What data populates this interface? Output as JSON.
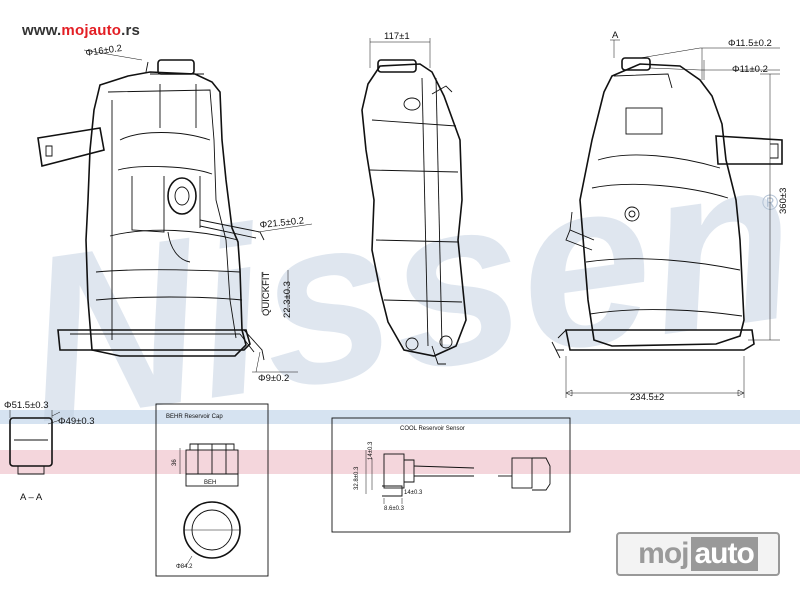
{
  "header": {
    "site_url_prefix": "www.",
    "site_url_brand": "mojauto",
    "site_url_suffix": ".rs"
  },
  "watermark": {
    "text": "Nissens",
    "registered": "®"
  },
  "logo": {
    "left": "moj",
    "right": "auto"
  },
  "dimensions": {
    "d16": "Φ16±0.2",
    "w117": "117±1",
    "d21_5": "Φ21.5±0.2",
    "quickfit": "QUICKFIT",
    "d22_3": "22.3±0.3",
    "d9": "Φ9±0.2",
    "section_a": "A",
    "d11_5": "Φ11.5±0.2",
    "d11": "Φ11±0.2",
    "h360": "360±3",
    "w234_5": "234.5±2",
    "d51_5": "Φ51.5±0.3",
    "d49": "Φ49±0.3",
    "section_aa": "A – A",
    "d84": "Φ84.2",
    "d36": "36"
  },
  "details": {
    "cap_title": "BEHR Reservoir Cap",
    "cap_label": "BEH",
    "sensor_title": "COOL Reservoir Sensor",
    "sensor_d1": "32.8±0.3",
    "sensor_d2": "14±0.3",
    "sensor_d3": "14±0.3",
    "sensor_d4": "8.6±0.3"
  },
  "colors": {
    "band_blue": "#d6e3f1",
    "band_red": "#f4d6dc",
    "watermark": "#c5d3e3"
  }
}
